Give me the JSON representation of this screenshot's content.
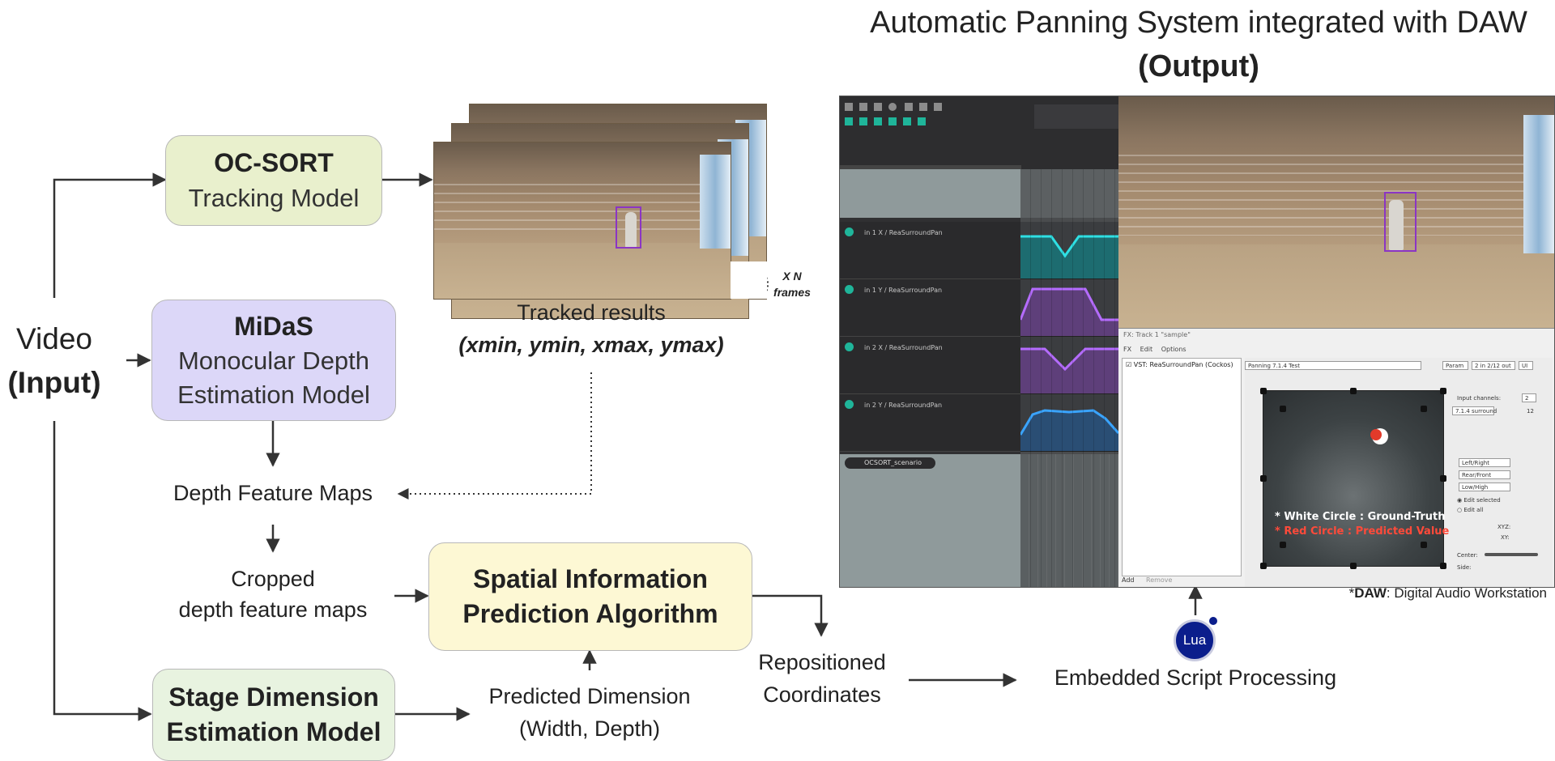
{
  "output_title": "Automatic Panning System integrated with DAW",
  "output_subtitle": "(Output)",
  "input_label": {
    "line1": "Video",
    "line2": "(Input)"
  },
  "boxes": {
    "ocsort": {
      "title": "OC-SORT",
      "subtitle": "Tracking Model",
      "color": "#e9f0cd"
    },
    "midas": {
      "title": "MiDaS",
      "line2": "Monocular Depth",
      "line3": "Estimation Model",
      "color": "#dcd7f8"
    },
    "spatial": {
      "line1": "Spatial Information",
      "line2": "Prediction Algorithm",
      "color": "#fdf8d4"
    },
    "stage": {
      "line1": "Stage Dimension",
      "line2": "Estimation Model",
      "color": "#e8f3e0"
    }
  },
  "labels": {
    "tracked_results": "Tracked results",
    "tracked_coords": "(xmin, ymin, xmax, ymax)",
    "x_n": "X N",
    "frames": "frames",
    "depth_feature_maps": "Depth Feature Maps",
    "cropped_line1": "Cropped",
    "cropped_line2": "depth feature maps",
    "predicted_line1": "Predicted Dimension",
    "predicted_line2": "(Width, Depth)",
    "repositioned_line1": "Repositioned",
    "repositioned_line2": "Coordinates",
    "embedded": "Embedded Script Processing",
    "daw_note_bold": "DAW",
    "daw_note_prefix": "*",
    "daw_note_rest": ": Digital Audio Workstation",
    "lua": "Lua"
  },
  "daw": {
    "tracks": [
      "in 1 X / ReaSurroundPan",
      "in 1 Y / ReaSurroundPan",
      "in 2 X / ReaSurroundPan",
      "in 2 Y / ReaSurroundPan"
    ],
    "folder_track": "OCSORT_scenario",
    "fx_title": "FX: Track 1 \"sample\"",
    "fx_menu": [
      "FX",
      "Edit",
      "Options"
    ],
    "fx_item": "VST: ReaSurroundPan (Cockos)",
    "fx_add": "Add",
    "fx_remove": "Remove",
    "preset": "Panning 7.1.4 Test",
    "param_btn": "Param",
    "io_btn": "2 in 2/12 out",
    "ui_btn": "UI",
    "input_channels_label": "Input channels:",
    "input_channels_value": "2",
    "surround_mode": "7.1.4 surround",
    "surround_count": "12",
    "axis_options": [
      "Left/Right",
      "Rear/Front",
      "Low/High"
    ],
    "edit_selected": "Edit selected",
    "edit_all": "Edit all",
    "xyz_label": "XYZ:",
    "xy_label": "XY:",
    "center_label": "Center:",
    "side_label": "Side:",
    "legend_white": "* White Circle : Ground-Truth",
    "legend_red": "* Red Circle : Predicted Value"
  }
}
